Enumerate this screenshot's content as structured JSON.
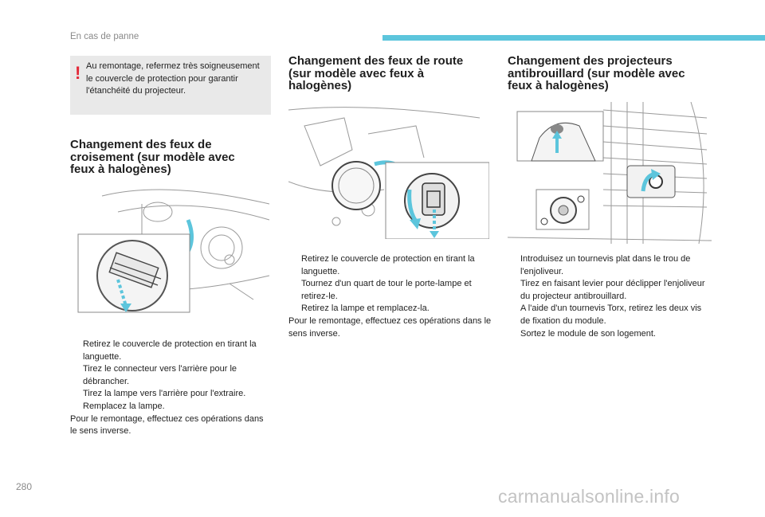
{
  "header": {
    "section": "En cas de panne"
  },
  "warning": {
    "mark": "!",
    "text": "Au remontage, refermez très soigneusement le couvercle de protection pour garantir l'étanchéité du projecteur."
  },
  "sections": [
    {
      "title": "Changement des feux de croisement (sur modèle avec feux à halogènes)",
      "bullets": [
        "Retirez le couvercle de protection en tirant la languette.",
        "Tirez le connecteur vers l'arrière pour le débrancher.",
        "Tirez la lampe vers l'arrière pour l'extraire.",
        "Remplacez la lampe."
      ],
      "note": "Pour le remontage, effectuez ces opérations dans le sens inverse."
    },
    {
      "title": "Changement des feux de route (sur modèle avec feux à halogènes)",
      "bullets": [
        "Retirez le couvercle de protection en tirant la languette.",
        "Tournez d'un quart de tour le porte-lampe et retirez-le.",
        "Retirez la lampe et remplacez-la."
      ],
      "note": "Pour le remontage, effectuez ces opérations dans le sens inverse."
    },
    {
      "title": "Changement des projecteurs antibrouillard (sur modèle avec feux à halogènes)",
      "bullets": [
        "Introduisez un tournevis plat dans le trou de l'enjoliveur.",
        "Tirez en faisant levier pour déclipper l'enjoliveur du projecteur antibrouillard.",
        "A l'aide d'un tournevis Torx, retirez les deux vis de fixation du module.",
        "Sortez le module de son logement."
      ],
      "note": ""
    }
  ],
  "bullet_glyph": "",
  "page_number": "280",
  "watermark": "carmanualsonline.info",
  "colors": {
    "accent_bar": "#5cc5dc",
    "warning_mark": "#e32636",
    "arrow": "#5cc5dc"
  }
}
